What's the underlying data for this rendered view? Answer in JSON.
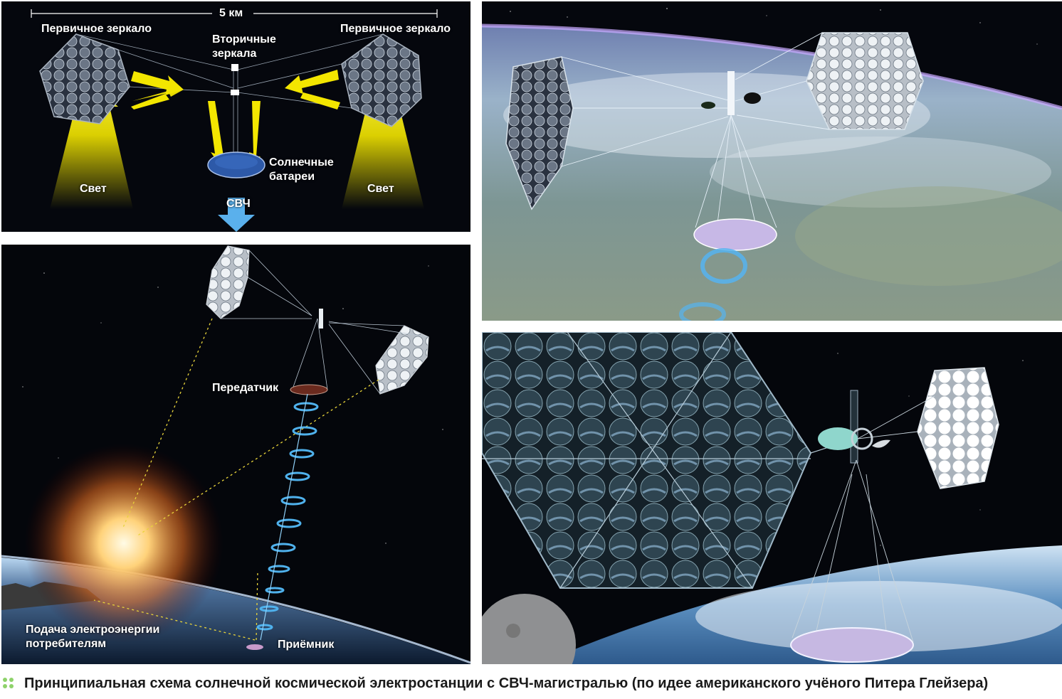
{
  "scheme": {
    "scale_label": "5 км",
    "primary_mirror_left": "Первичное зеркало",
    "primary_mirror_right": "Первичное зеркало",
    "secondary_mirrors": "Вторичные\nзеркала",
    "solar_batteries": "Солнечные\nбатареи",
    "light_left": "Свет",
    "light_right": "Свет",
    "microwave": "СВЧ"
  },
  "orbit_panel": {
    "transmitter": "Передатчик",
    "power_supply": "Подача электроэнергии\nпотребителям",
    "receiver": "Приёмник"
  },
  "caption": {
    "text": "Принципиальная схема солнечной космической электростанции с СВЧ-магистралью (по идее американского учёного Питера Глейзера)"
  },
  "colors": {
    "light_beam": "#f3e600",
    "microwave_beam": "#3aa0e8",
    "space": "#05070d",
    "caption_bullet": "#8ed26a"
  }
}
